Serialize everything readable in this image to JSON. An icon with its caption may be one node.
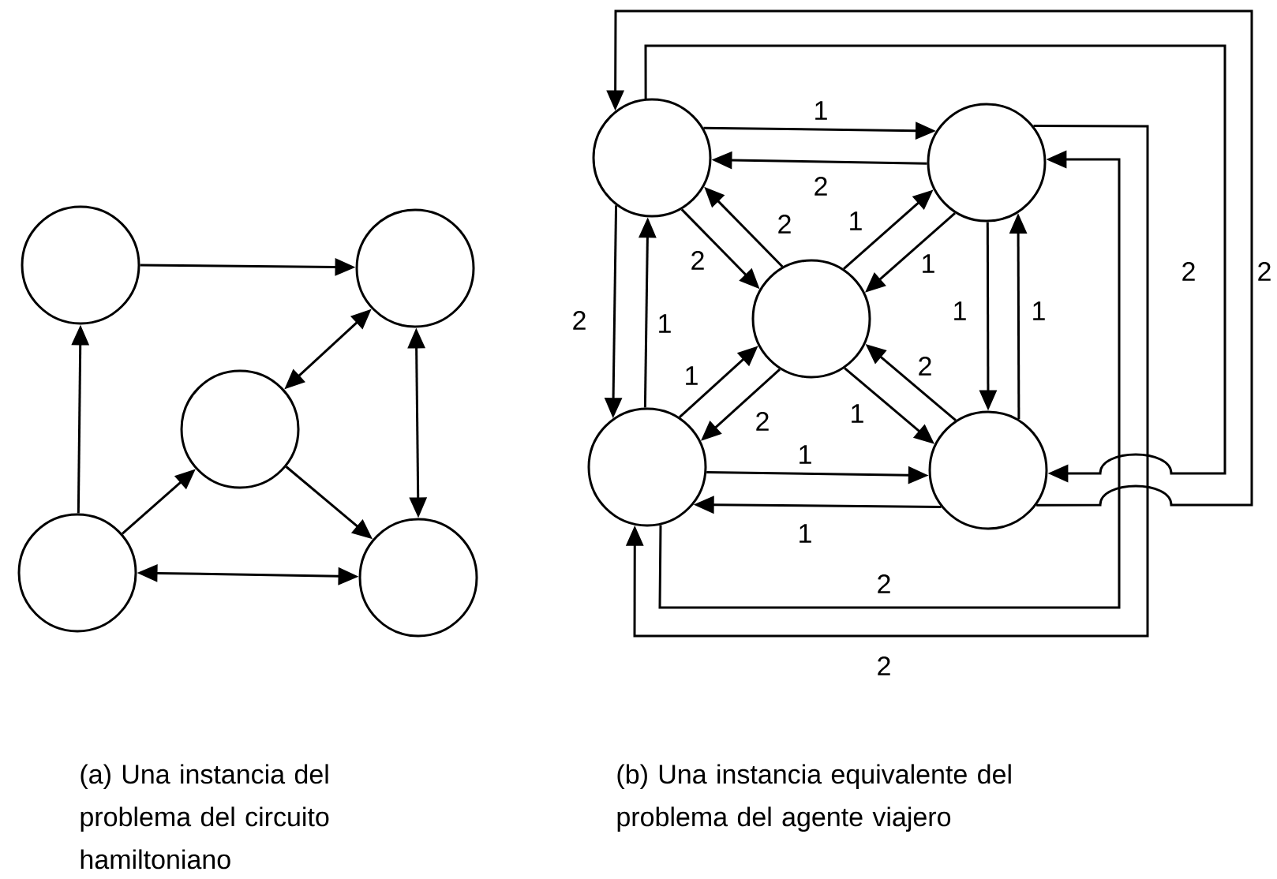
{
  "diagram": {
    "nodes": [
      {
        "text": [],
        "shape": "circle"
      },
      {
        "text": [],
        "shape": "circle"
      },
      {
        "text": [],
        "shape": "circle"
      },
      {
        "text": [],
        "shape": "circle"
      },
      {
        "text": [],
        "shape": "circle"
      },
      {
        "text": [],
        "shape": "circle"
      },
      {
        "text": [],
        "shape": "circle"
      },
      {
        "text": [],
        "shape": "circle"
      },
      {
        "text": [],
        "shape": "circle"
      },
      {
        "text": [],
        "shape": "circle"
      }
    ],
    "edges": [
      {
        "from": 0,
        "to": 1,
        "arrow": "to"
      },
      {
        "from": 3,
        "to": 0,
        "arrow": "to"
      },
      {
        "from": 2,
        "to": 1,
        "arrow": "both"
      },
      {
        "from": 1,
        "to": 4,
        "arrow": "both"
      },
      {
        "from": 3,
        "to": 2,
        "arrow": "to"
      },
      {
        "from": 2,
        "to": 4,
        "arrow": "to"
      },
      {
        "from": 3,
        "to": 4,
        "arrow": "both"
      },
      {
        "from": 5,
        "to": 6,
        "arrow": "to",
        "label": "1"
      },
      {
        "from": 6,
        "to": 5,
        "arrow": "to",
        "label": "2"
      },
      {
        "from": 5,
        "to": 7,
        "arrow": "to",
        "label": "2"
      },
      {
        "from": 7,
        "to": 5,
        "arrow": "to",
        "label": "2"
      },
      {
        "from": 7,
        "to": 6,
        "arrow": "to",
        "label": "1"
      },
      {
        "from": 6,
        "to": 7,
        "arrow": "to",
        "label": "1"
      },
      {
        "from": 5,
        "to": 8,
        "arrow": "to",
        "label": "2"
      },
      {
        "from": 8,
        "to": 5,
        "arrow": "to",
        "label": "1"
      },
      {
        "from": 6,
        "to": 9,
        "arrow": "to",
        "label": "1"
      },
      {
        "from": 9,
        "to": 6,
        "arrow": "to",
        "label": "1"
      },
      {
        "from": 8,
        "to": 7,
        "arrow": "to",
        "label": "1"
      },
      {
        "from": 7,
        "to": 8,
        "arrow": "to",
        "label": "2"
      },
      {
        "from": 7,
        "to": 9,
        "arrow": "to",
        "label": "1"
      },
      {
        "from": 9,
        "to": 7,
        "arrow": "to",
        "label": "2"
      },
      {
        "from": 8,
        "to": 9,
        "arrow": "to",
        "label": "1"
      },
      {
        "from": 9,
        "to": 8,
        "arrow": "to",
        "label": "1"
      },
      {
        "from": 5,
        "to": 9,
        "arrow": "to",
        "label": "2"
      },
      {
        "from": 9,
        "to": 5,
        "arrow": "to",
        "label": "2"
      },
      {
        "from": 6,
        "to": 8,
        "arrow": "to",
        "label": "2"
      },
      {
        "from": 8,
        "to": 6,
        "arrow": "to",
        "label": "2"
      }
    ],
    "labels": [
      "(a) Una instancia del problema del circuito hamiltoniano",
      "(b) Una instancia equivalente del problema del agente viajero"
    ]
  }
}
